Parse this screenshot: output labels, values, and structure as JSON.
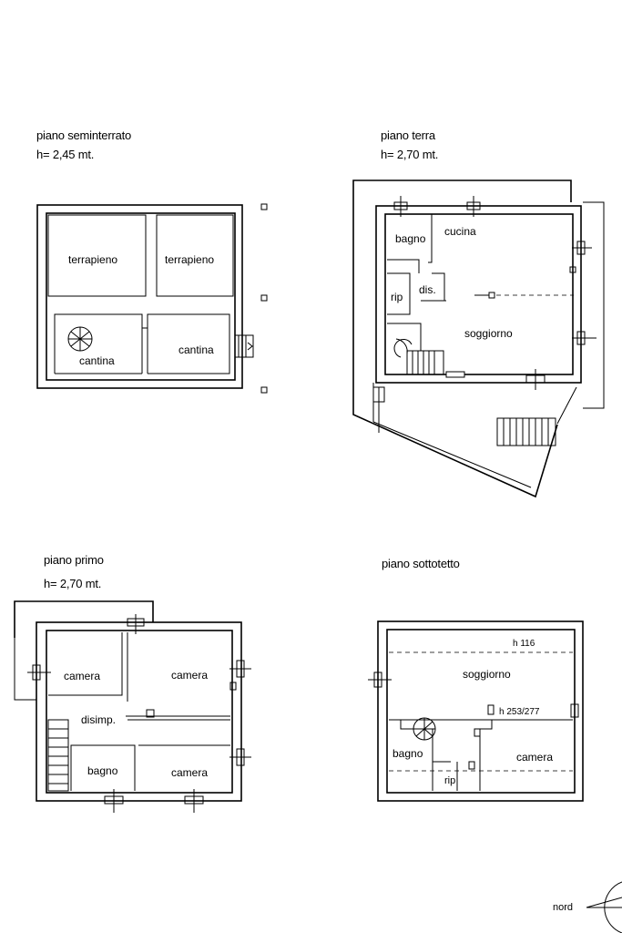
{
  "floors": {
    "seminterrato": {
      "title": "piano seminterrato",
      "height": "h= 2,45 mt.",
      "rooms": {
        "terrapieno_1": "terrapieno",
        "terrapieno_2": "terrapieno",
        "cantina_1": "cantina",
        "cantina_2": "cantina"
      }
    },
    "terra": {
      "title": "piano terra",
      "height": "h= 2,70 mt.",
      "rooms": {
        "bagno": "bagno",
        "cucina": "cucina",
        "rip": "rip",
        "dis": "dis.",
        "soggiorno": "soggiorno"
      }
    },
    "primo": {
      "title": "piano primo",
      "height": "h= 2,70 mt.",
      "rooms": {
        "camera_1": "camera",
        "camera_2": "camera",
        "disimp": "disimp.",
        "bagno": "bagno",
        "camera_3": "camera"
      }
    },
    "sottotetto": {
      "title": "piano sottotetto",
      "rooms": {
        "h_low": "h 116",
        "soggiorno": "soggiorno",
        "h_high": "h 253/277",
        "bagno": "bagno",
        "camera": "camera",
        "rip": "rip"
      }
    }
  },
  "compass": {
    "label": "nord"
  }
}
